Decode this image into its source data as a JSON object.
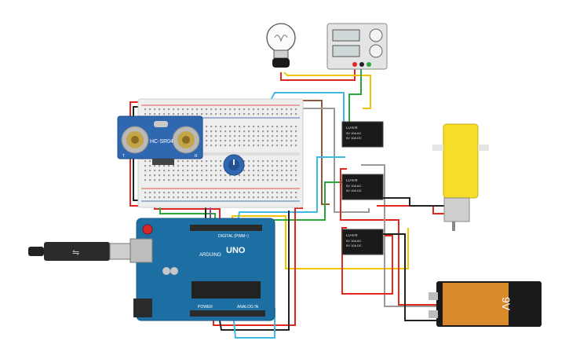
{
  "sensor": {
    "model": "HC-SR04",
    "pin_t": "T",
    "pin_r": "R"
  },
  "arduino": {
    "logo": "ARDUINO",
    "model": "UNO",
    "digital_label": "DIGITAL (PWM~)",
    "power_label": "POWER",
    "analog_label": "ANALOG IN"
  },
  "relays": [
    {
      "line1": "LU-5-R",
      "line2": "5V 10A AC",
      "line3": "5V 10A DC"
    },
    {
      "line1": "LU-5-R",
      "line2": "5V 10A AC",
      "line3": "5V 10A DC"
    },
    {
      "line1": "LU-5-R",
      "line2": "5V 10A AC",
      "line3": "5V 10A DC"
    }
  ],
  "battery": {
    "label": "9V"
  },
  "colors": {
    "wire_red": "#e0271d",
    "wire_black": "#222222",
    "wire_green": "#2aa63c",
    "wire_yellow": "#f2c500",
    "wire_blue": "#3fb8e6",
    "wire_gray": "#9a9a9a",
    "wire_brown": "#8a5a3a",
    "wire_purple": "#9b3fa8",
    "arduino_blue": "#1d6fa3",
    "breadboard": "#eeeeee",
    "motor_yellow": "#f6dd2a",
    "battery_orange": "#d98a2b"
  },
  "icons": [
    "light-bulb-icon",
    "power-supply-icon",
    "usb-cable-icon",
    "potentiometer-icon",
    "dc-motor-icon",
    "battery-9v-icon"
  ]
}
